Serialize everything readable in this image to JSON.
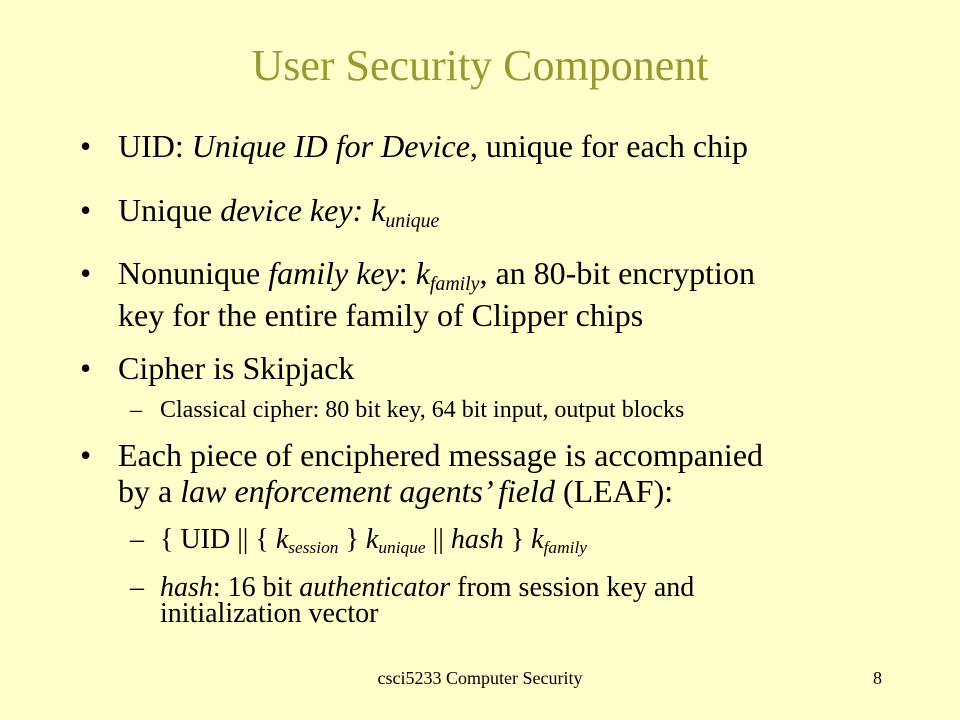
{
  "slide": {
    "title": "User Security Component",
    "bullets": {
      "uid_label": "UID: ",
      "uid_italic": "Unique ID for Device",
      "uid_rest": ", unique for each chip",
      "device_pre": "Unique ",
      "device_italic": "device key: k",
      "device_sub": "unique",
      "family_pre": "Nonunique ",
      "family_italic": "family key",
      "family_mid": ": ",
      "family_k": "k",
      "family_sub": "family",
      "family_rest": ", an 80-bit encryption",
      "family_line2": "key for the entire family of Clipper chips",
      "cipher": "Cipher is Skipjack",
      "cipher_sub": "Classical cipher: 80 bit key, 64 bit input, output blocks",
      "leaf_line1": "Each piece of enciphered message is accompanied",
      "leaf_line2_pre": "by a ",
      "leaf_line2_italic": "law enforcement agents’ field",
      "leaf_line2_rest": " (LEAF):",
      "leaf_formula": {
        "open": "{ UID || { ",
        "k1": "k",
        "k1_sub": "session",
        "mid1": " } ",
        "k2": "k",
        "k2_sub": "unique",
        "mid2": " || ",
        "hash": "hash",
        "mid3": " } ",
        "k3": "k",
        "k3_sub": "family"
      },
      "hash_italic": "hash",
      "hash_mid": ": 16 bit ",
      "hash_italic2": "authenticator",
      "hash_rest": " from session key and",
      "hash_line2": "initialization vector"
    },
    "bullet_glyph": "•",
    "dash_glyph": "–"
  },
  "footer": {
    "course": "csci5233 Computer Security",
    "page": "8"
  }
}
